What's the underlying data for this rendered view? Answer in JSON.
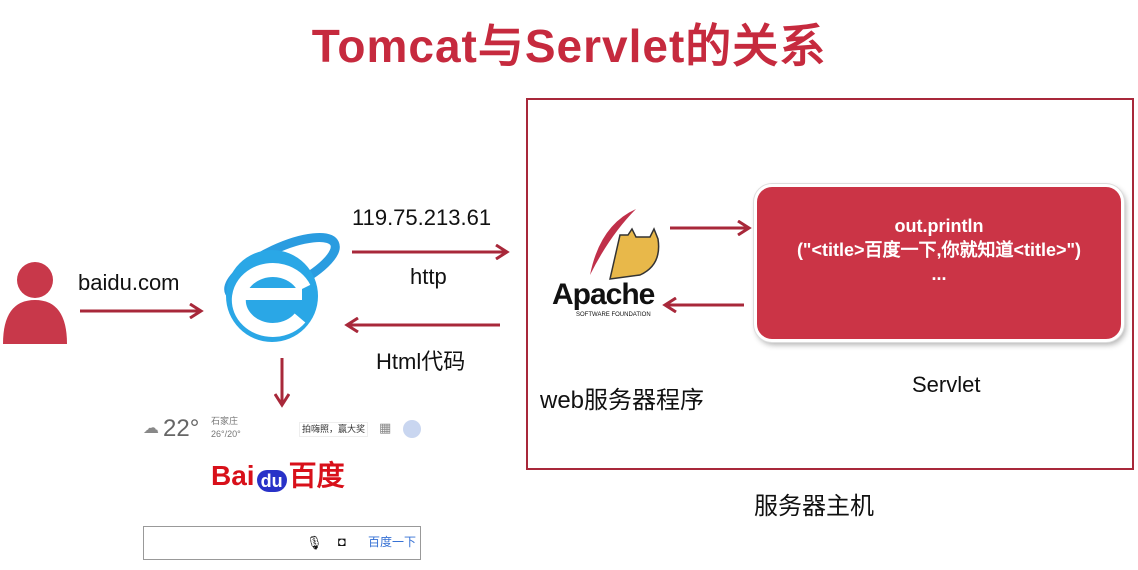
{
  "title": "Tomcat与Servlet的关系",
  "labels": {
    "baidu": "baidu.com",
    "ip": "119.75.213.61",
    "http": "http",
    "html": "Html代码",
    "web_server": "web服务器程序",
    "servlet": "Servlet",
    "host": "服务器主机"
  },
  "servlet_code": {
    "line1": "out.println",
    "line2": "(\"<title>百度一下,你就知道<title>\")",
    "line3": "..."
  },
  "apache": {
    "name": "Apache",
    "sub": "SOFTWARE FOUNDATION"
  },
  "baidu_page": {
    "temp": "22°",
    "city": "石家庄",
    "range": "26°/20°",
    "promo": "拍嗨照，赢大奖",
    "logo_left": "Bai",
    "logo_du": "du",
    "logo_right": "百度",
    "search_button": "百度一下"
  },
  "colors": {
    "accent": "#c62a3e",
    "arrow": "#a8283a",
    "servlet": "#cb3446"
  }
}
